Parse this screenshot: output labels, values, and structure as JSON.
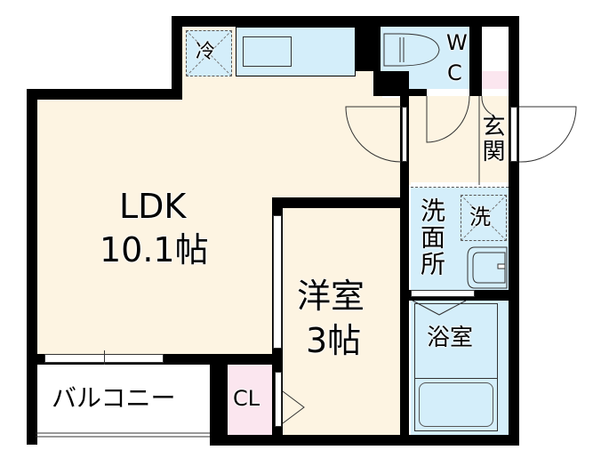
{
  "plan": {
    "colors": {
      "wall": "#000000",
      "floor": "#fdf4e2",
      "wet_area": "#d4eefa",
      "storage": "#fbe6ef",
      "exterior": "#ffffff"
    },
    "rooms": {
      "ldk": {
        "name": "LDK",
        "size": "10.1帖"
      },
      "western_room": {
        "name": "洋室",
        "size": "3帖"
      },
      "toilet": {
        "label_line1": "W",
        "label_line2": "C"
      },
      "entrance": {
        "label": "玄関"
      },
      "washroom": {
        "label": "洗面所"
      },
      "bathroom": {
        "label": "浴室"
      },
      "balcony": {
        "label": "バルコニー"
      },
      "closet": {
        "label": "CL"
      }
    },
    "fixtures": {
      "refrigerator": {
        "label": "冷"
      },
      "washing_machine": {
        "label": "洗"
      }
    }
  }
}
